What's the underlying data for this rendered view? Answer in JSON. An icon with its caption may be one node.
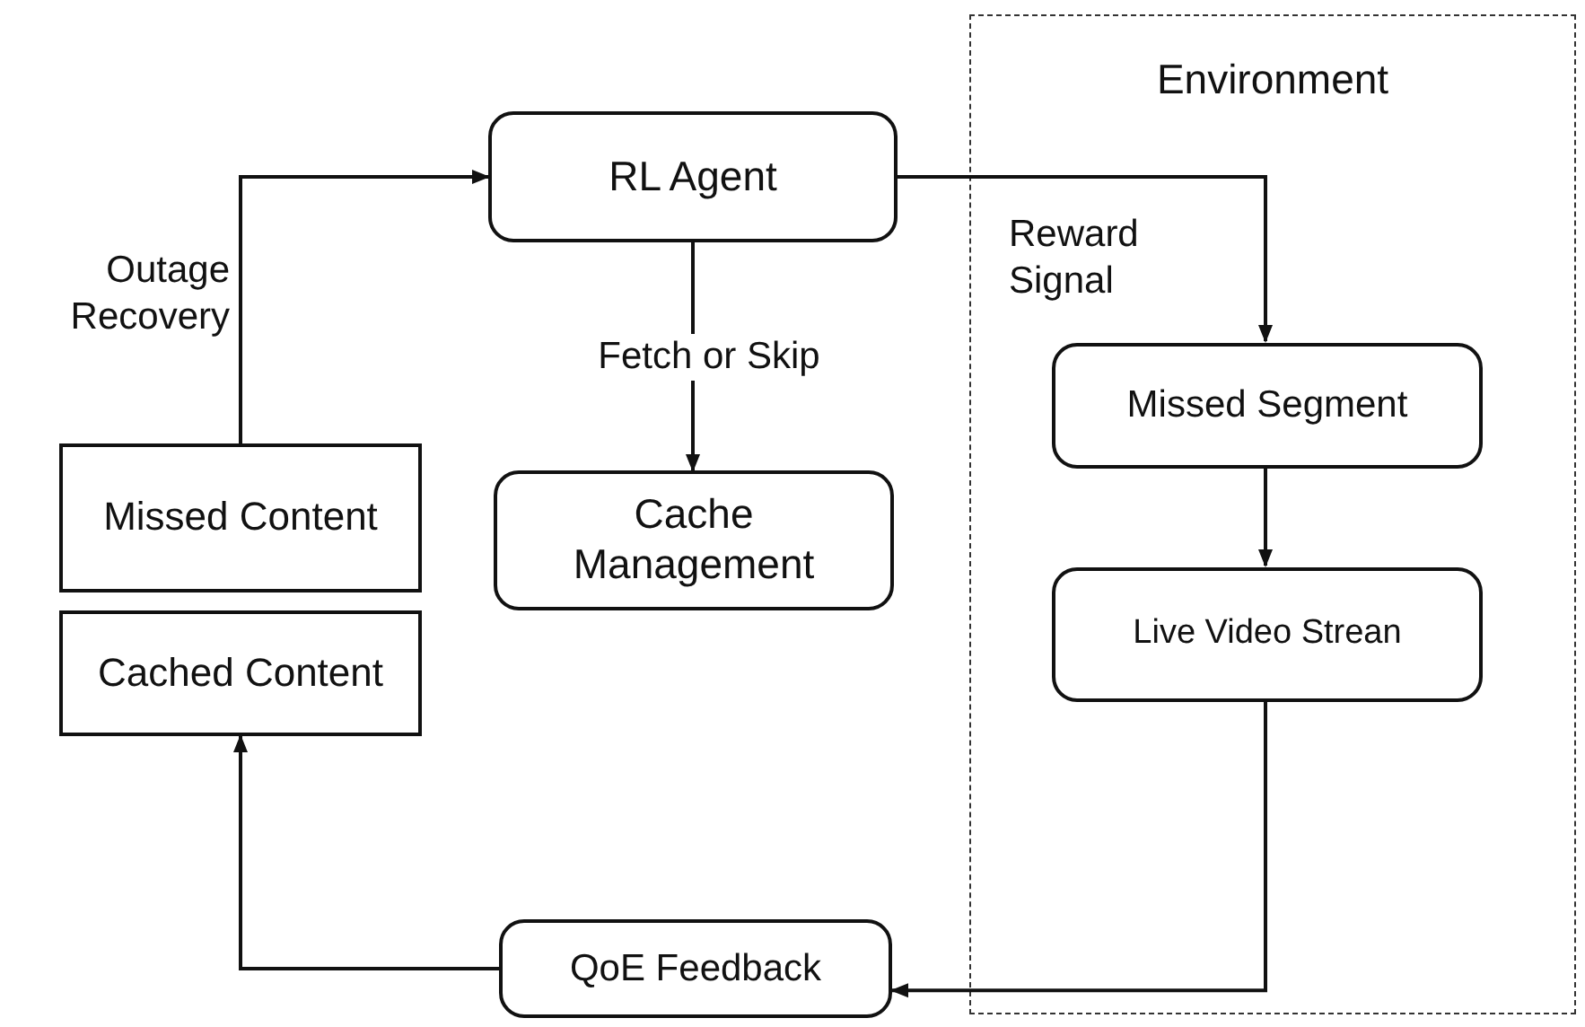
{
  "diagram": {
    "nodes": [
      {
        "text": [
          "Environment"
        ]
      },
      {
        "text": [
          "RL Agent"
        ]
      },
      {
        "text": [
          "Cache Management"
        ]
      },
      {
        "text": [
          "Missed Segment"
        ],
        "in": 0
      },
      {
        "text": [
          "Live Video Strean"
        ],
        "in": 0
      },
      {
        "text": [
          "QoE Feedback"
        ]
      },
      {
        "text": [
          "Missed Content"
        ]
      },
      {
        "text": [
          "Cached Content"
        ]
      }
    ],
    "edges": [
      {
        "from": 1,
        "to": 3,
        "arrow": "to",
        "label": "Reward Signal"
      },
      {
        "from": 1,
        "to": 2,
        "arrow": "to",
        "label": "Fetch or Skip"
      },
      {
        "from": 3,
        "to": 4,
        "arrow": "to"
      },
      {
        "from": 4,
        "to": 5,
        "arrow": "to"
      },
      {
        "from": 5,
        "to": 7,
        "arrow": "to"
      },
      {
        "from": 6,
        "to": 1,
        "arrow": "to",
        "label": "Outage Recovery"
      }
    ]
  }
}
